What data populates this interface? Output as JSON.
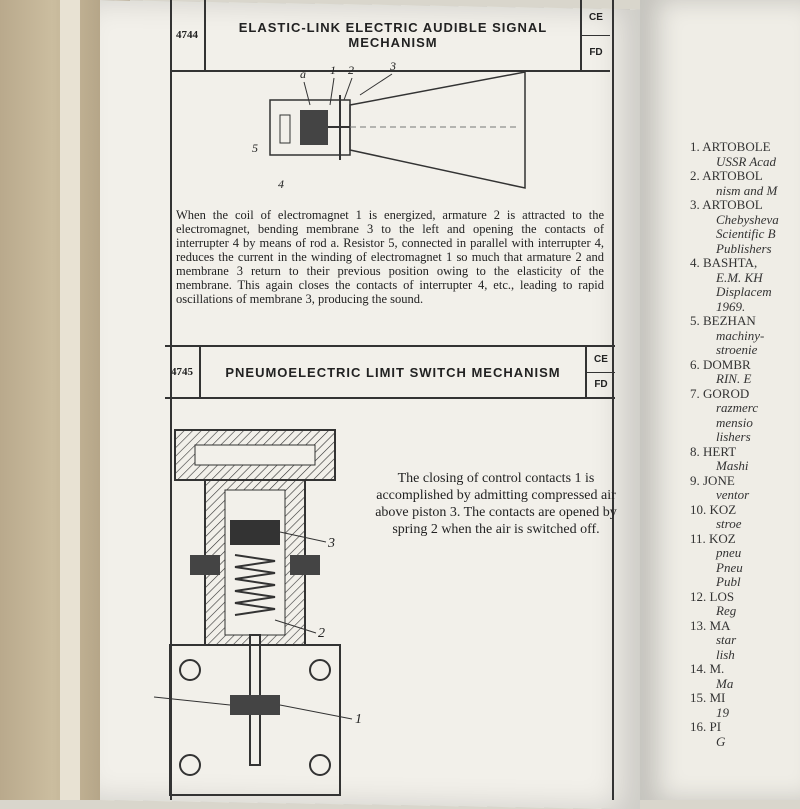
{
  "entry_4744": {
    "number": "4744",
    "title_line1": "ELASTIC-LINK ELECTRIC AUDIBLE SIGNAL",
    "title_line2": "MECHANISM",
    "code1": "CE",
    "code2": "FD",
    "labels": [
      "a",
      "1",
      "2",
      "3",
      "5",
      "4"
    ],
    "text": "When the coil of electromagnet 1 is energized, armature 2 is attracted to the electromagnet, bending membrane 3 to the left and opening the contacts of interrupter 4 by means of rod a. Resistor 5, connected in parallel with interrupter 4, reduces the current in the winding of electromagnet 1 so much that armature 2 and membrane 3 return to their previous position owing to the elasticity of the membrane. This again closes the contacts of interrupter 4, etc., leading to rapid oscillations of membrane 3, producing the sound."
  },
  "entry_4745": {
    "number": "4745",
    "title": "PNEUMOELECTRIC LIMIT SWITCH MECHANISM",
    "code1": "CE",
    "code2": "FD",
    "labels": [
      "3",
      "2",
      "1",
      "1"
    ],
    "text": "The closing of control contacts 1 is accomplished by admitting compressed air above piston 3. The contacts are opened by spring 2 when the air is switched off."
  },
  "references": [
    {
      "main": "1. ARTOBOLE",
      "sub": "USSR Acad"
    },
    {
      "main": "2. ARTOBOL",
      "sub": "nism and M"
    },
    {
      "main": "3. ARTOBOL",
      "sub": "Chebysheva"
    },
    {
      "main": "",
      "sub": "Scientific B"
    },
    {
      "main": "",
      "sub": "Publishers"
    },
    {
      "main": "4. BASHTA,",
      "sub": "E.M. KH"
    },
    {
      "main": "",
      "sub": "Displacem"
    },
    {
      "main": "",
      "sub": "1969."
    },
    {
      "main": "5. BEZHAN",
      "sub": "machiny-"
    },
    {
      "main": "",
      "sub": "stroenie"
    },
    {
      "main": "6. DOMBR",
      "sub": "RIN. E"
    },
    {
      "main": "7. GOROD",
      "sub": "razmerc"
    },
    {
      "main": "",
      "sub": "mensio"
    },
    {
      "main": "",
      "sub": "lishers"
    },
    {
      "main": "8. HERT",
      "sub": "Mashi"
    },
    {
      "main": "9. JONE",
      "sub": "ventor"
    },
    {
      "main": "10. KOZ",
      "sub": "stroe"
    },
    {
      "main": "11. KOZ",
      "sub": "pneu"
    },
    {
      "main": "",
      "sub": "Pneu"
    },
    {
      "main": "",
      "sub": "Publ"
    },
    {
      "main": "12. LOS",
      "sub": "Reg"
    },
    {
      "main": "13. MA",
      "sub": "star"
    },
    {
      "main": "",
      "sub": "lish"
    },
    {
      "main": "14. M.",
      "sub": "Ma"
    },
    {
      "main": "15. MI",
      "sub": "19"
    },
    {
      "main": "16. PI",
      "sub": "G"
    }
  ]
}
